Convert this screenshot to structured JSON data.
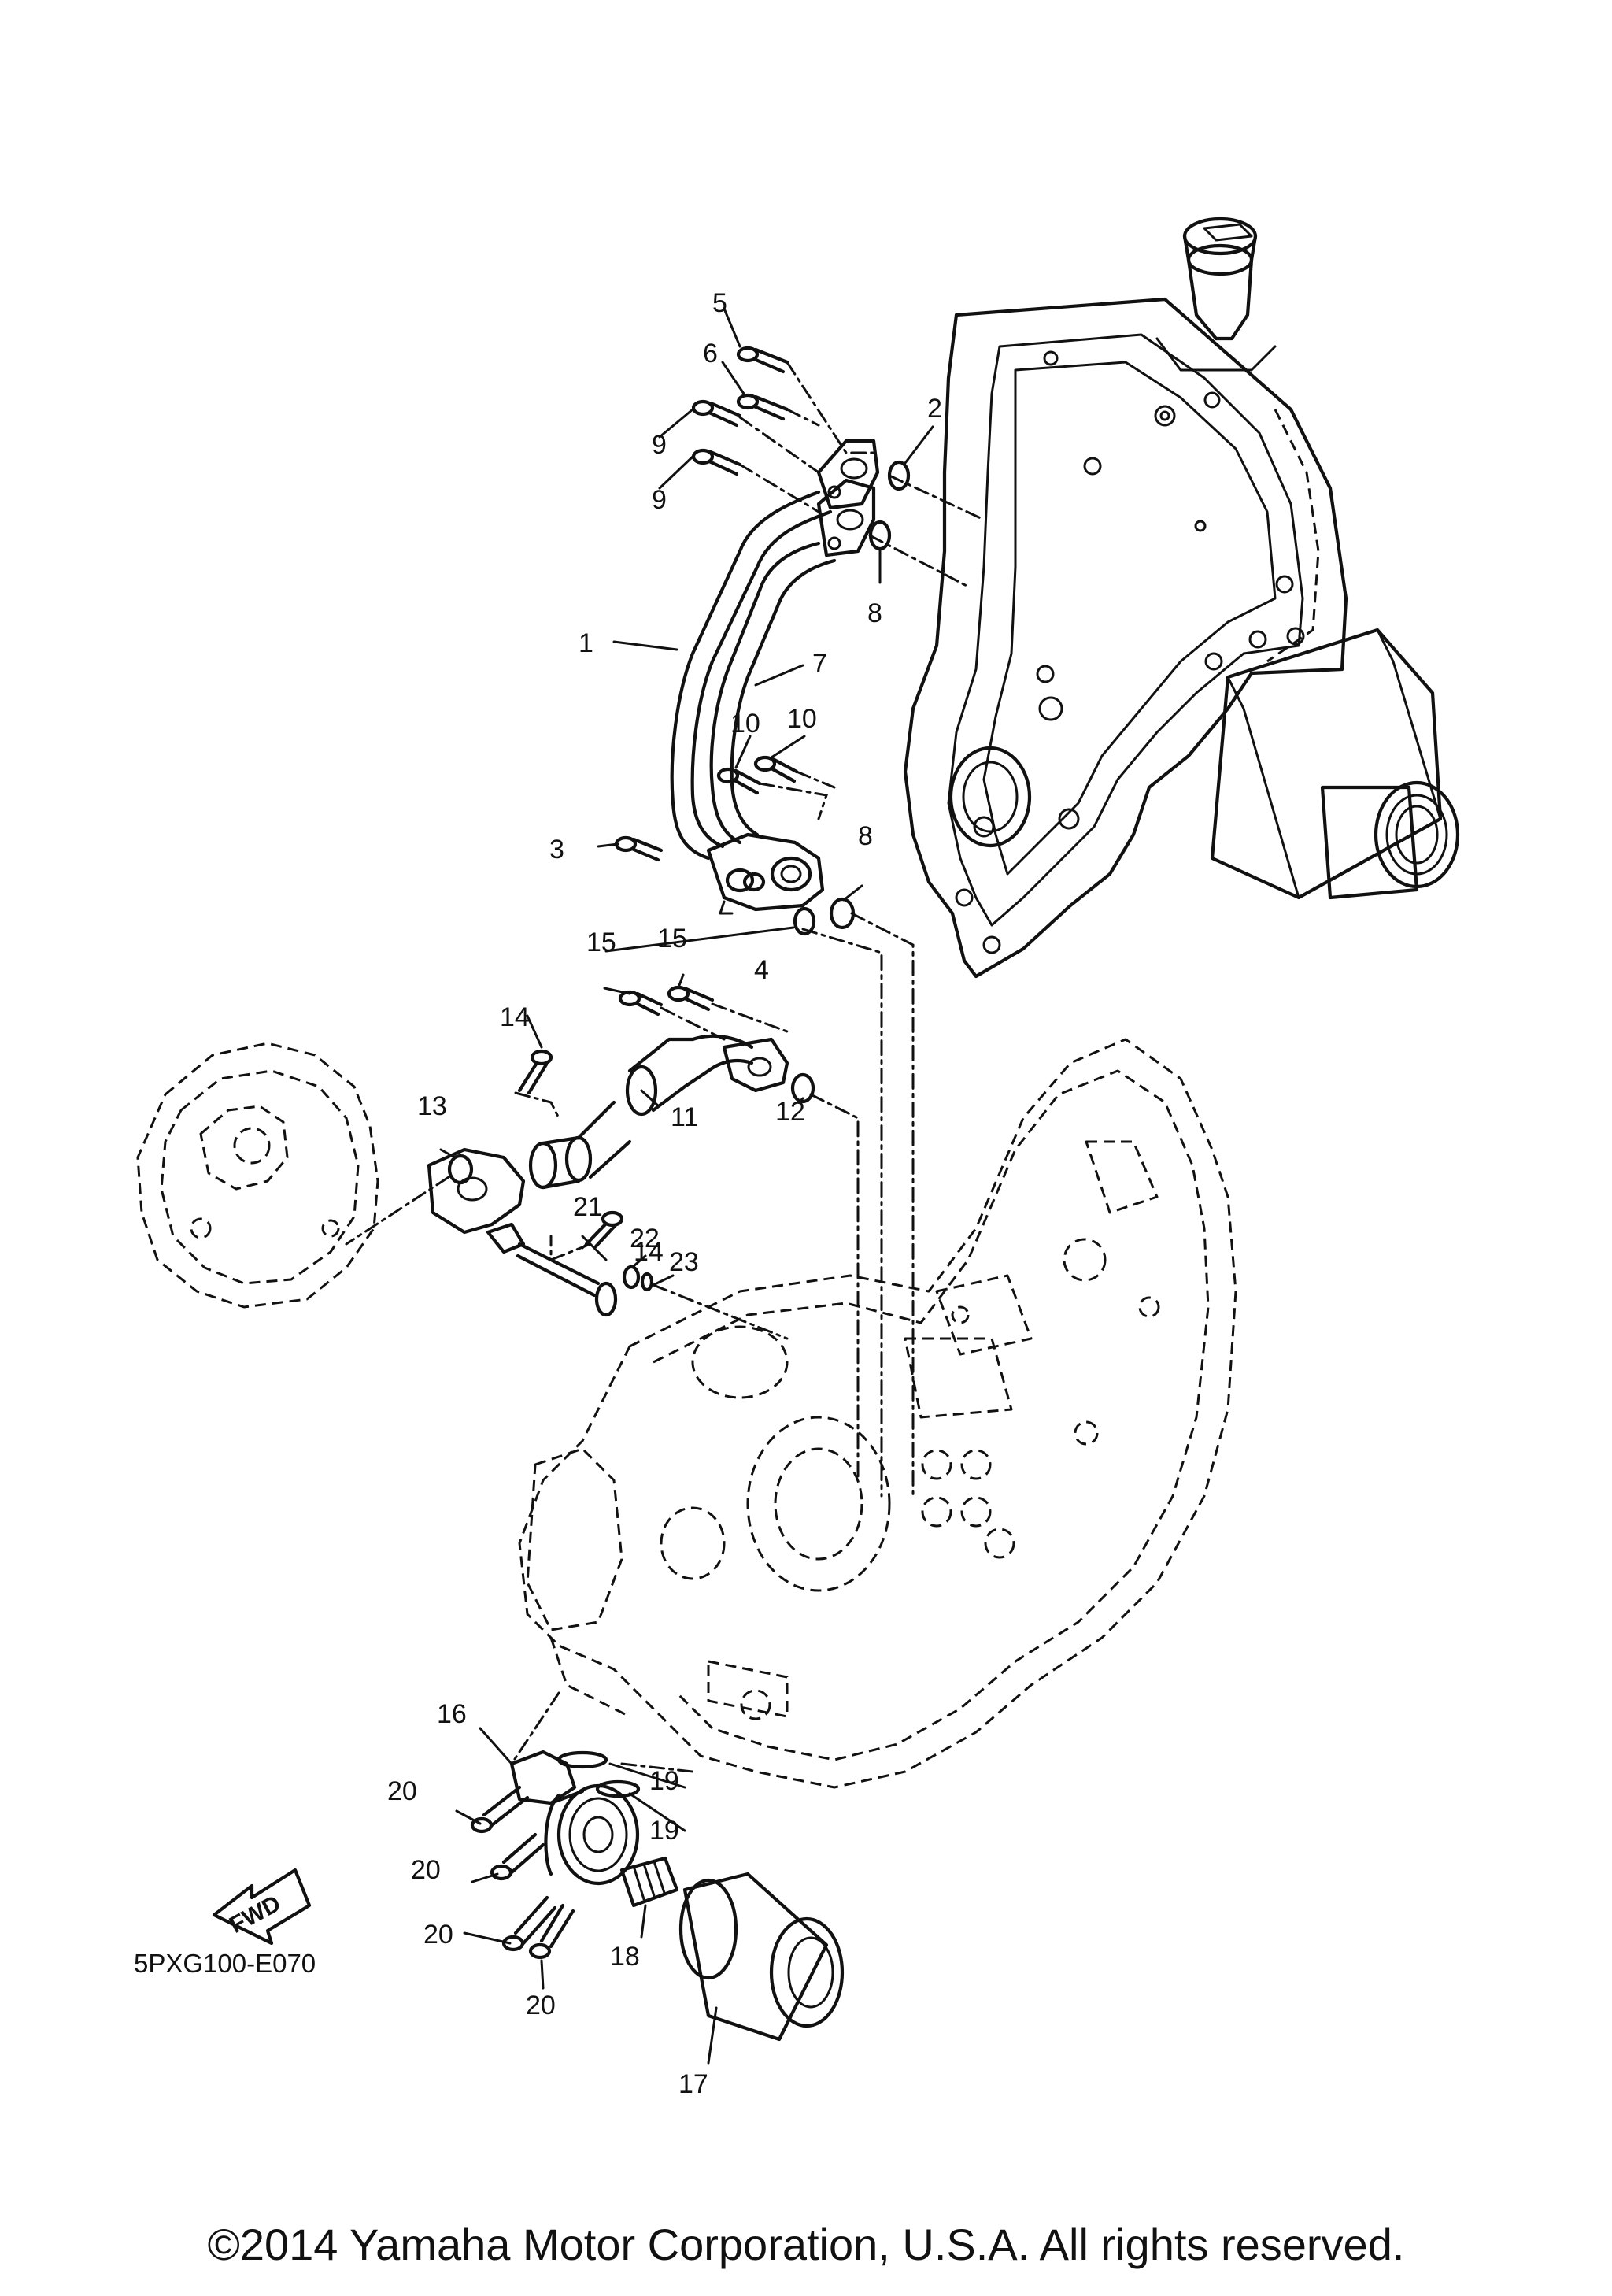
{
  "diagram": {
    "code": "5PXG100-E070",
    "fwd_marker": "FWD",
    "copyright": "©2014 Yamaha Motor Corporation, U.S.A. All rights reserved."
  },
  "callouts": [
    {
      "num": "1"
    },
    {
      "num": "2"
    },
    {
      "num": "3"
    },
    {
      "num": "4"
    },
    {
      "num": "5"
    },
    {
      "num": "6"
    },
    {
      "num": "7"
    },
    {
      "num": "8"
    },
    {
      "num": "8"
    },
    {
      "num": "9"
    },
    {
      "num": "9"
    },
    {
      "num": "10"
    },
    {
      "num": "10"
    },
    {
      "num": "11"
    },
    {
      "num": "12"
    },
    {
      "num": "13"
    },
    {
      "num": "14"
    },
    {
      "num": "14"
    },
    {
      "num": "15"
    },
    {
      "num": "15"
    },
    {
      "num": "16"
    },
    {
      "num": "17"
    },
    {
      "num": "18"
    },
    {
      "num": "19"
    },
    {
      "num": "19"
    },
    {
      "num": "20"
    },
    {
      "num": "20"
    },
    {
      "num": "20"
    },
    {
      "num": "20"
    },
    {
      "num": "21"
    },
    {
      "num": "22"
    },
    {
      "num": "23"
    }
  ]
}
